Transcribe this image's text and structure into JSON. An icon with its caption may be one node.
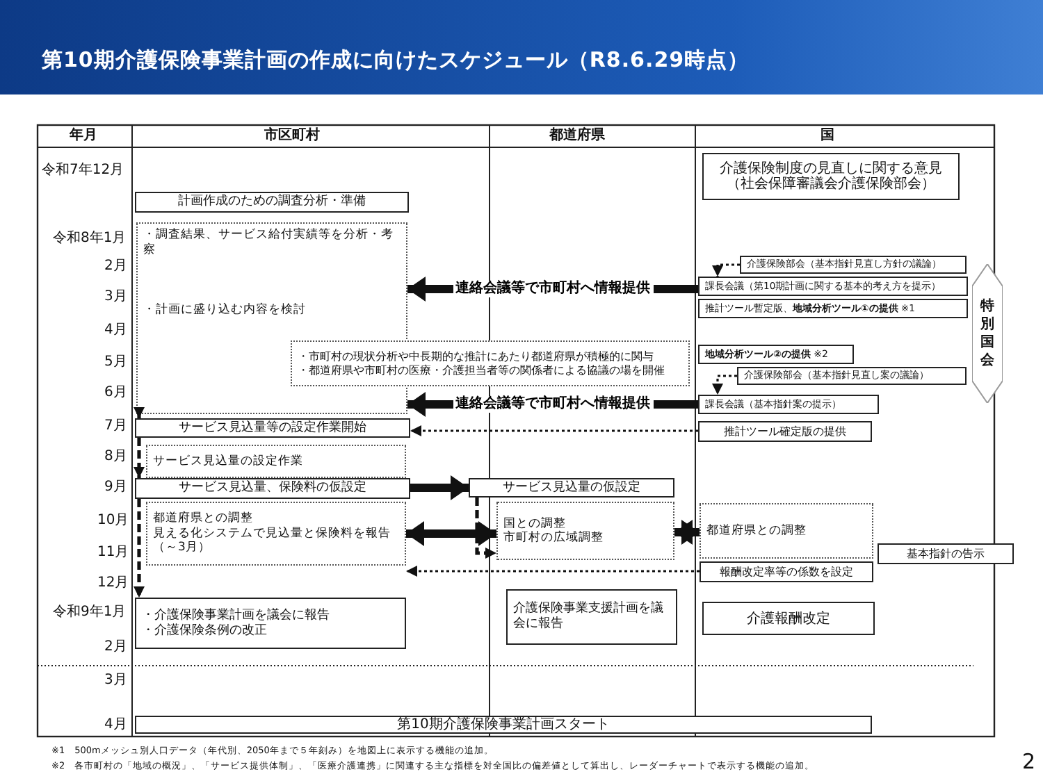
{
  "diagram": {
    "title": "第10期介護保険事業計画の作成に向けたスケジュール（R8.6.29時点）",
    "nodes": [
      {
        "text": [
          "介護保険制度の見直しに関する意見（社会保障審議会介護保険部会）"
        ]
      },
      {
        "text": [
          "計画作成のための調査分析・準備"
        ]
      },
      {
        "text": [
          "・調査結果、サービス給付実績等を分析・考察",
          "・計画に盛り込む内容を検討"
        ]
      },
      {
        "text": [
          "介護保険部会（基本指針見直し方針の議論）"
        ]
      },
      {
        "text": [
          "課長会議（第10期計画に関する基本的考え方を提示）"
        ]
      },
      {
        "text": [
          "推計ツール暫定版、**地域分析ツール①の提供** ※1"
        ]
      },
      {
        "text": [
          "特別国会"
        ]
      },
      {
        "text": [
          "・市町村の現状分析や中長期的な推計にあたり都道府県が積極的に関与",
          "・都道府県や市町村の医療・介護担当者等の関係者による協議の場を開催"
        ]
      },
      {
        "text": [
          "**地域分析ツール②の提供** ※2"
        ]
      },
      {
        "text": [
          "介護保険部会（基本指針見直し案の議論）"
        ]
      },
      {
        "text": [
          "課長会議（基本指針案の提示）"
        ]
      },
      {
        "text": [
          "サービス見込量等の設定作業開始"
        ]
      },
      {
        "text": [
          "推計ツール確定版の提供"
        ]
      },
      {
        "text": [
          "サービス見込量の設定作業"
        ]
      },
      {
        "text": [
          "サービス見込量、保険料の仮設定"
        ]
      },
      {
        "text": [
          "サービス見込量の仮設定"
        ]
      },
      {
        "text": [
          "都道府県との調整",
          "見える化システムで見込量と保険料を報告（～3月）"
        ]
      },
      {
        "text": [
          "国との調整",
          "市町村の広域調整"
        ]
      },
      {
        "text": [
          "都道府県との調整"
        ]
      },
      {
        "text": [
          "基本指針の告示"
        ]
      },
      {
        "text": [
          "報酬改定率等の係数を設定"
        ]
      },
      {
        "text": [
          "・介護保険事業計画を議会に報告",
          "・介護保険条例の改正"
        ]
      },
      {
        "text": [
          "介護保険事業支援計画を議会に報告"
        ]
      },
      {
        "text": [
          "介護報酬改定"
        ]
      },
      {
        "text": [
          "第10期介護保険事業計画スタート"
        ]
      }
    ],
    "edges": [
      {
        "from": 4,
        "to": 2,
        "arrow": "to",
        "label": "連絡会議等で市町村へ情報提供",
        "style": "thick"
      },
      {
        "from": 3,
        "to": 4,
        "arrow": "to",
        "style": "dashed"
      },
      {
        "from": 9,
        "to": 10,
        "arrow": "to",
        "style": "dashed"
      },
      {
        "from": 10,
        "to": 2,
        "arrow": "to",
        "label": "連絡会議等で市町村へ情報提供",
        "style": "thick"
      },
      {
        "from": 12,
        "to": 11,
        "arrow": "to",
        "style": "dashed"
      },
      {
        "from": 2,
        "to": 11,
        "arrow": "to",
        "style": "dashed"
      },
      {
        "from": 11,
        "to": 14,
        "arrow": "to",
        "style": "dashed"
      },
      {
        "from": 14,
        "to": 15,
        "arrow": "to",
        "style": "thick"
      },
      {
        "from": 14,
        "to": 21,
        "arrow": "to",
        "style": "dashed"
      },
      {
        "from": 15,
        "to": 17,
        "arrow": "to",
        "style": "dashed"
      },
      {
        "from": 16,
        "to": 17,
        "arrow": "both",
        "style": "thick"
      },
      {
        "from": 17,
        "to": 18,
        "arrow": "both",
        "style": "thick"
      },
      {
        "from": 20,
        "to": 16,
        "arrow": "to",
        "style": "dashed"
      }
    ],
    "labels": [
      "年月",
      "市区町村",
      "都道府県",
      "国",
      "令和7年12月",
      "令和8年1月",
      "2月",
      "3月",
      "4月",
      "5月",
      "6月",
      "7月",
      "8月",
      "9月",
      "10月",
      "11月",
      "12月",
      "令和9年1月",
      "2月",
      "3月",
      "4月",
      "※1　500mメッシュ別人口データ（年代別、2050年まで５年刻み）を地図上に表示する機能の追加。",
      "※2　各市町村の「地域の概況」、「サービス提供体制」、「医療介護連携」に関連する主な指標を対全国比の偏差値として算出し、レーダーチャートで表示する機能の追加。",
      "2"
    ]
  }
}
